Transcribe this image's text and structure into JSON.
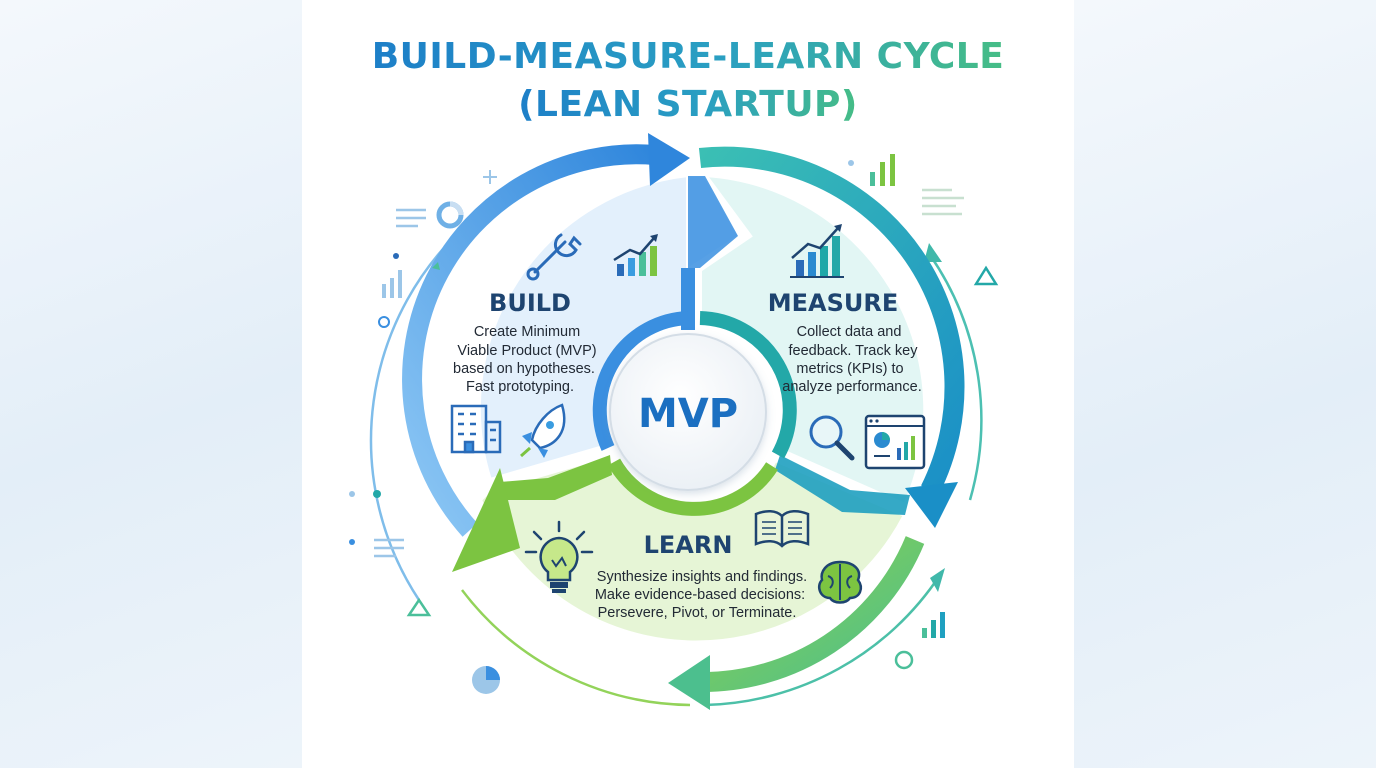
{
  "title": {
    "line1": "BUILD-MEASURE-LEARN CYCLE",
    "line2": "(LEAN STARTUP)"
  },
  "center": {
    "label": "MVP"
  },
  "phases": {
    "build": {
      "title": "BUILD",
      "lines": [
        "Create Minimum",
        "Viable Product (MVP)",
        "based on hypotheses.",
        "Fast prototyping."
      ],
      "icons": [
        "wrench-icon",
        "bar-chart-icon",
        "building-icon",
        "rocket-icon"
      ]
    },
    "measure": {
      "title": "MEASURE",
      "lines": [
        "Collect data and",
        "feedback. Track key",
        "metrics (KPIs) to",
        "analyze performance."
      ],
      "icons": [
        "growth-chart-icon",
        "magnifier-icon",
        "dashboard-icon"
      ]
    },
    "learn": {
      "title": "LEARN",
      "lines": [
        "Synthesize insights and findings.",
        "Make evidence-based decisions:",
        "Persevere, Pivot, or Terminate."
      ],
      "icons": [
        "lightbulb-icon",
        "book-icon",
        "brain-icon"
      ]
    }
  },
  "colors": {
    "title_blue": "#1d7fc8",
    "title_green": "#3bb886",
    "build_blue": "#3a8fe0",
    "measure_teal": "#23a8a8",
    "learn_green": "#7cc441",
    "navy": "#1e4470"
  }
}
